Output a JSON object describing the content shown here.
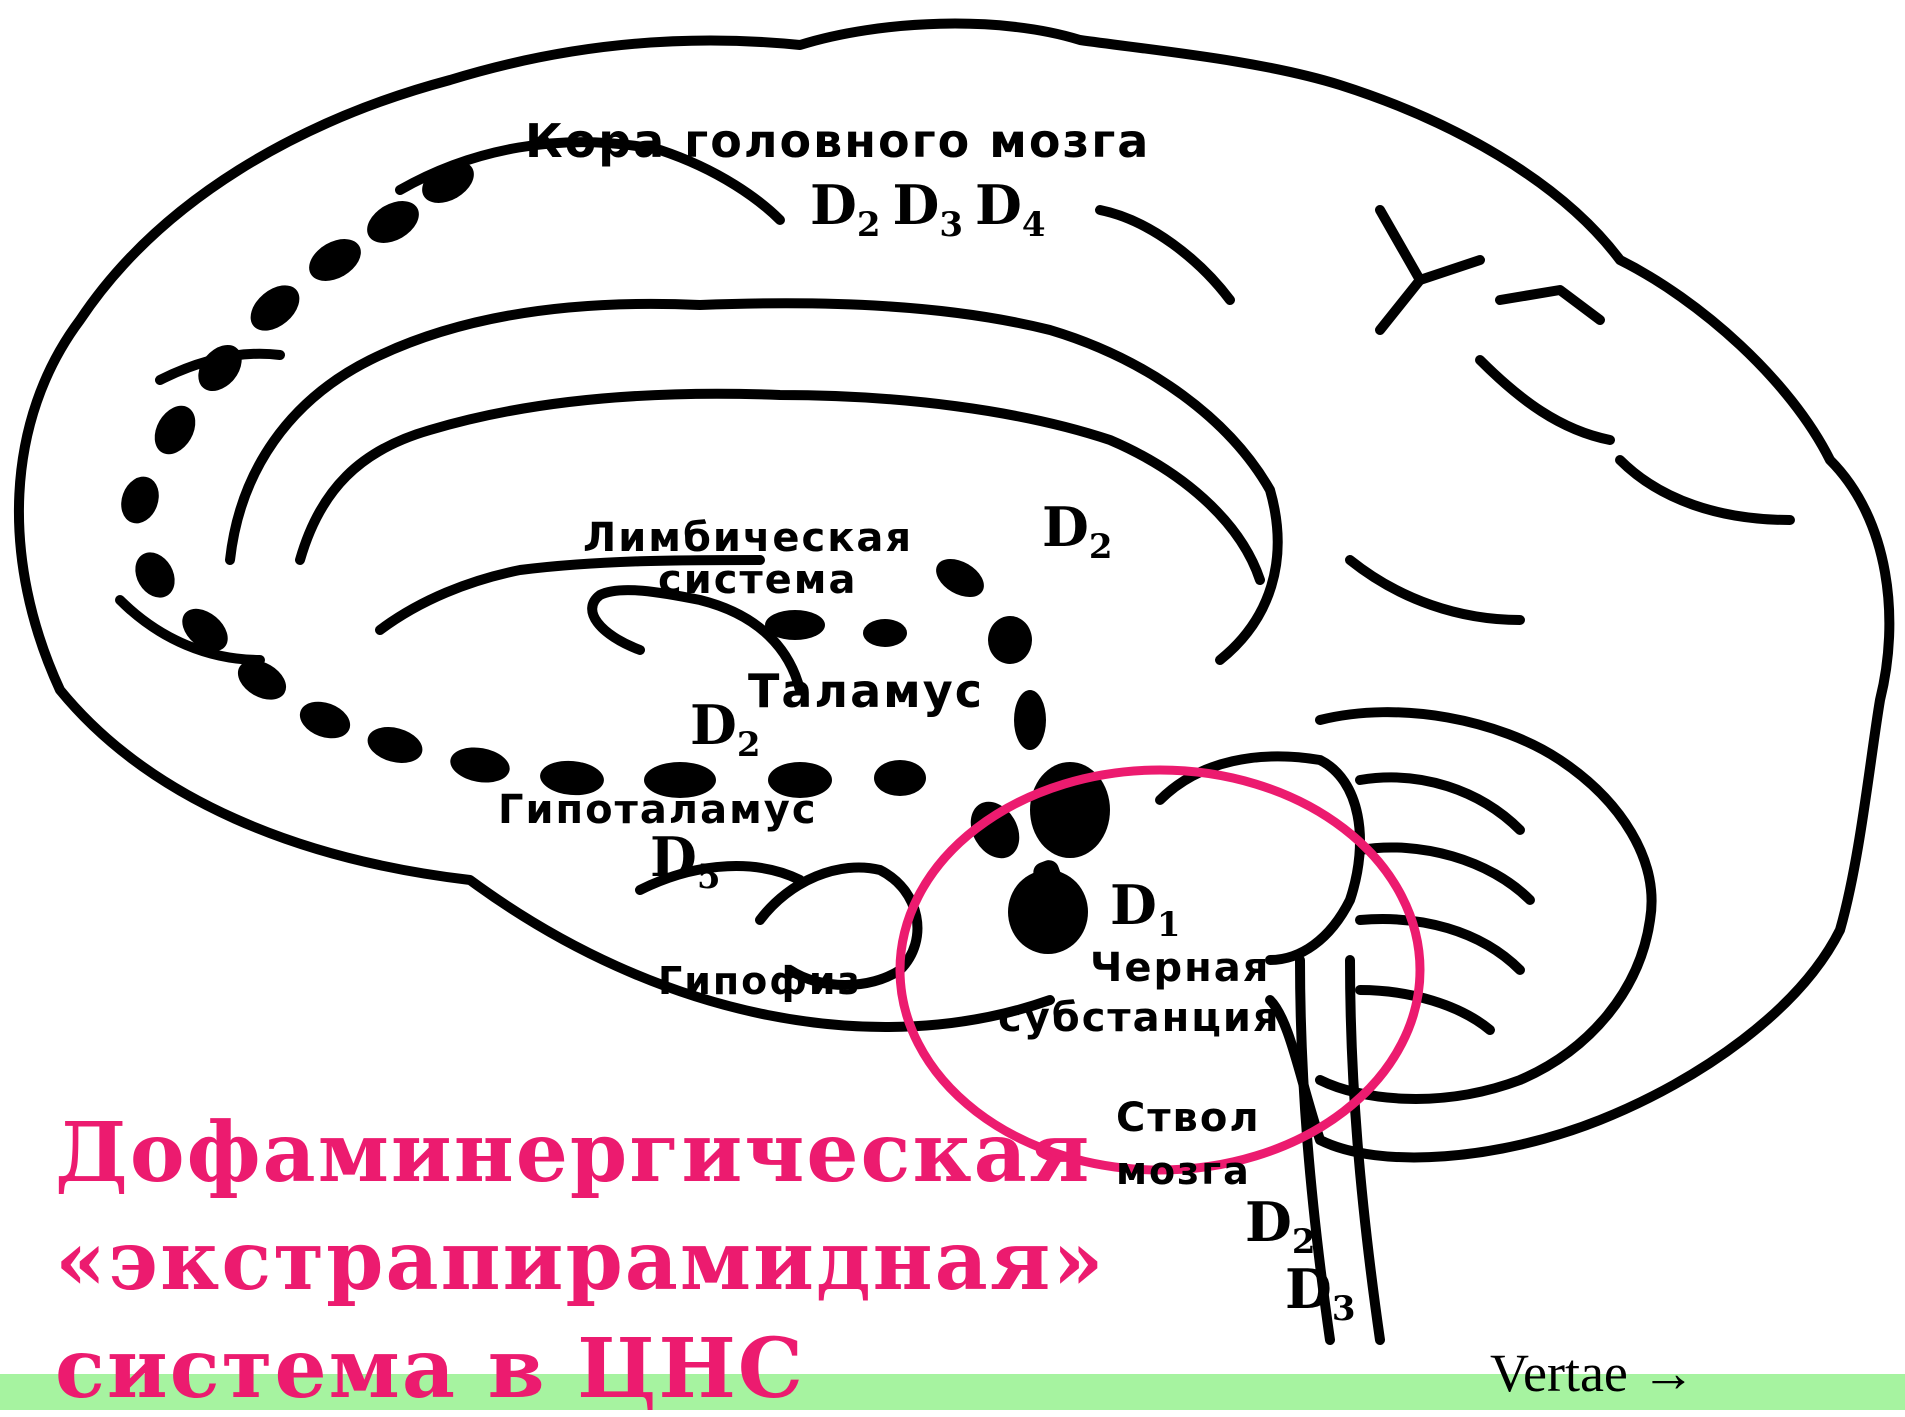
{
  "labels": {
    "cortex": "Кора головного мозга",
    "limbic_1": "Лимбическая",
    "limbic_2": "система",
    "thalamus": "Таламус",
    "hypothalamus": "Гипоталамус",
    "pituitary": "Гипофиз",
    "substantia_1": "Черная",
    "substantia_2": "субстанция",
    "brainstem_1": "Ствол",
    "brainstem_2": "мозга"
  },
  "receptor_letter": "D",
  "receptors": {
    "cortex": [
      "2",
      "3",
      "4"
    ],
    "limbic": [
      "2"
    ],
    "thalamus": [
      "2"
    ],
    "hypothalamus": [
      "5"
    ],
    "substantia": [
      "1"
    ],
    "brainstem": [
      "2",
      "3"
    ]
  },
  "title": {
    "line1": "Дофаминергическая",
    "line2": "«экстрапирамидная»",
    "line3": "система в ЦНС"
  },
  "nav": {
    "next_label": "Vertae →"
  },
  "colors": {
    "title": "#ec1b6f",
    "highlight_ellipse": "#ec1b6f",
    "bottom_bar": "#a6f3a0"
  },
  "icons": {
    "next": "right-arrow-icon"
  }
}
